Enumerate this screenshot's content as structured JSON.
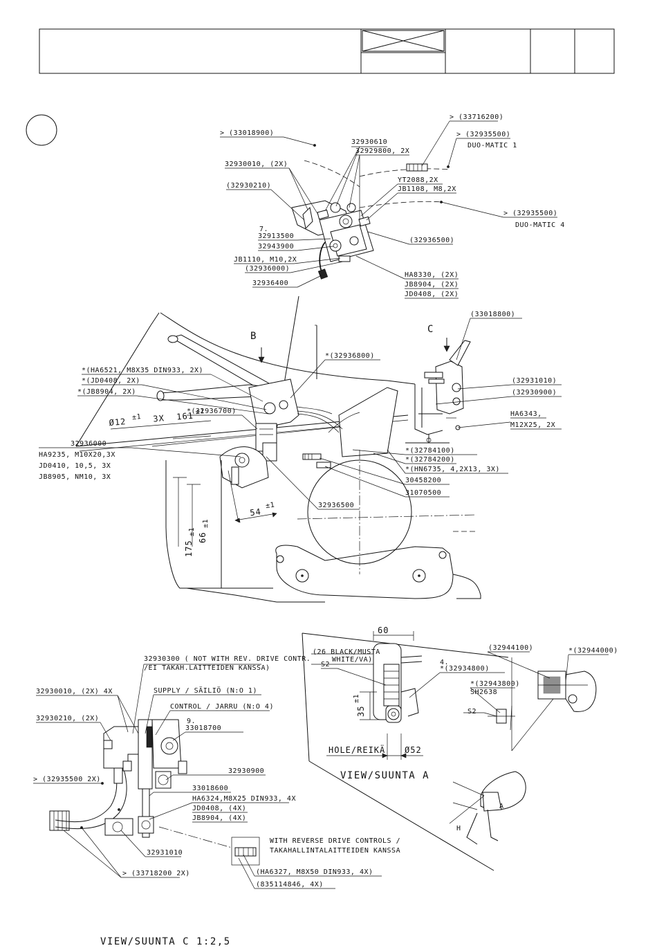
{
  "title_block": {
    "detail_marker": ""
  },
  "view_top": {
    "labels": {
      "ref_33018900": "> (33018900)",
      "ref_32930610": "32930610",
      "ref_32929800": "32929800, 2X",
      "ref_32930010": "32930010, (2X)",
      "ref_32930210": "(32930210)",
      "ref_33716200": "> (33716200)",
      "ref_32935500a": "> (32935500)",
      "duomatic1": "DUO-MATIC 1",
      "yt2088": "YT2088,2X",
      "jb1108": "JB1108, M8,2X",
      "ref_32935500b": "> (32935500)",
      "duomatic4": "DUO-MATIC 4",
      "item7": "7.",
      "ref_32913500": "32913500",
      "ref_32943900": "32943900",
      "ref_32936500": "(32936500)",
      "jb1110": "JB1110, M10,2X",
      "ref_32936000": "(32936000)",
      "ha8330": "HA8330, (2X)",
      "ref_32936400": "32936400",
      "jb8904": "JB8904, (2X)",
      "jd0408": "JD0408, (2X)"
    }
  },
  "view_main": {
    "labels": {
      "view_b": "B",
      "view_c": "C",
      "ref_33018800": "(33018800)",
      "ref_32936800": "*(32936800)",
      "ha6521": "*(HA6521, M8X35 DIN933, 2X)",
      "jd0408": "*(JD0408, 2X)",
      "jb8904": "*(JB8904, 2X)",
      "ref_32931010": "(32931010)",
      "ref_32930900": "(32930900)",
      "ha6343": "HA6343,",
      "m12x25": "M12X25, 2X",
      "ref_32936700": "*(32936700)",
      "dia12": "Ø12",
      "dia12_tol": "±1",
      "dia12_qty": "3X",
      "dim161": "161",
      "dim161_tol": "±1",
      "ref_32936000": "32936000",
      "ha9235": "HA9235, M10X20,3X",
      "jd0410": "JD0410, 10,5, 3X",
      "jb8905": "JB8905, NM10, 3X",
      "ref_32784100": "*(32784100)",
      "ref_32784200": "*(32784200)",
      "hn6735": "*(HN6735, 4,2X13, 3X)",
      "ref_30458200": "30458200",
      "ref_31070500": "31070500",
      "ref_32936500": "32936500",
      "dim54": "54",
      "dim54_tol": "±1",
      "dim66": "66",
      "dim66_tol": "±1",
      "dim175": "175",
      "dim175_tol": "±1"
    }
  },
  "view_c": {
    "labels": {
      "ref_32930300a": "32930300 ( NOT WITH REV. DRIVE CONTR.",
      "ref_32930300b": "/EI TAKAH.LAITTEIDEN KANSSA)",
      "ref_32930010": "32930010, (2X) 4X",
      "supply": "SUPPLY / SÄILIÖ (N:O 1)",
      "control": "CONTROL / JARRU (N:O 4)",
      "ref_32930210": "32930210, (2X)",
      "item9": "9.",
      "ref_33018700": "33018700",
      "ref_32935500": "> (32935500 2X)",
      "ref_32930900": "32930900",
      "ref_33018600": "33018600",
      "ha6324": "HA6324,M8X25 DIN933, 4X",
      "jd0408": "JD0408, (4X)",
      "jb8904": "JB8904, (4X)",
      "ref_32931010": "32931010",
      "rev_a": "WITH REVERSE DRIVE CONTROLS /",
      "rev_b": "TAKAHALLINTALAITTEIDEN KANSSA",
      "ref_33718200": "> (33718200 2X)",
      "ha6327": "(HA6327, M8X50 DIN933, 4X)",
      "ref_835114846": "(835114846, 4X)",
      "caption": "VIEW/SUUNTA C 1:2,5"
    }
  },
  "view_a": {
    "labels": {
      "dim60": "60",
      "black26a": "(26 BLACK/MUSTA",
      "black26b": "WHITE/VA)",
      "s2a": "S2",
      "item4": "4.",
      "ref_32934800": "*(32934800)",
      "dim35": "35",
      "dim35_tol": "±1",
      "hole": "HOLE/REIKÄ",
      "dia52": "Ø52",
      "caption": "VIEW/SUUNTA  A",
      "ref_32944100": "(32944100)",
      "ref_32944000": "*(32944000)",
      "ref_32943800": "*(32943800)",
      "sh2638": "SH2638",
      "s2b": "S2",
      "arrow_a": "A",
      "arrow_h": "H"
    }
  }
}
